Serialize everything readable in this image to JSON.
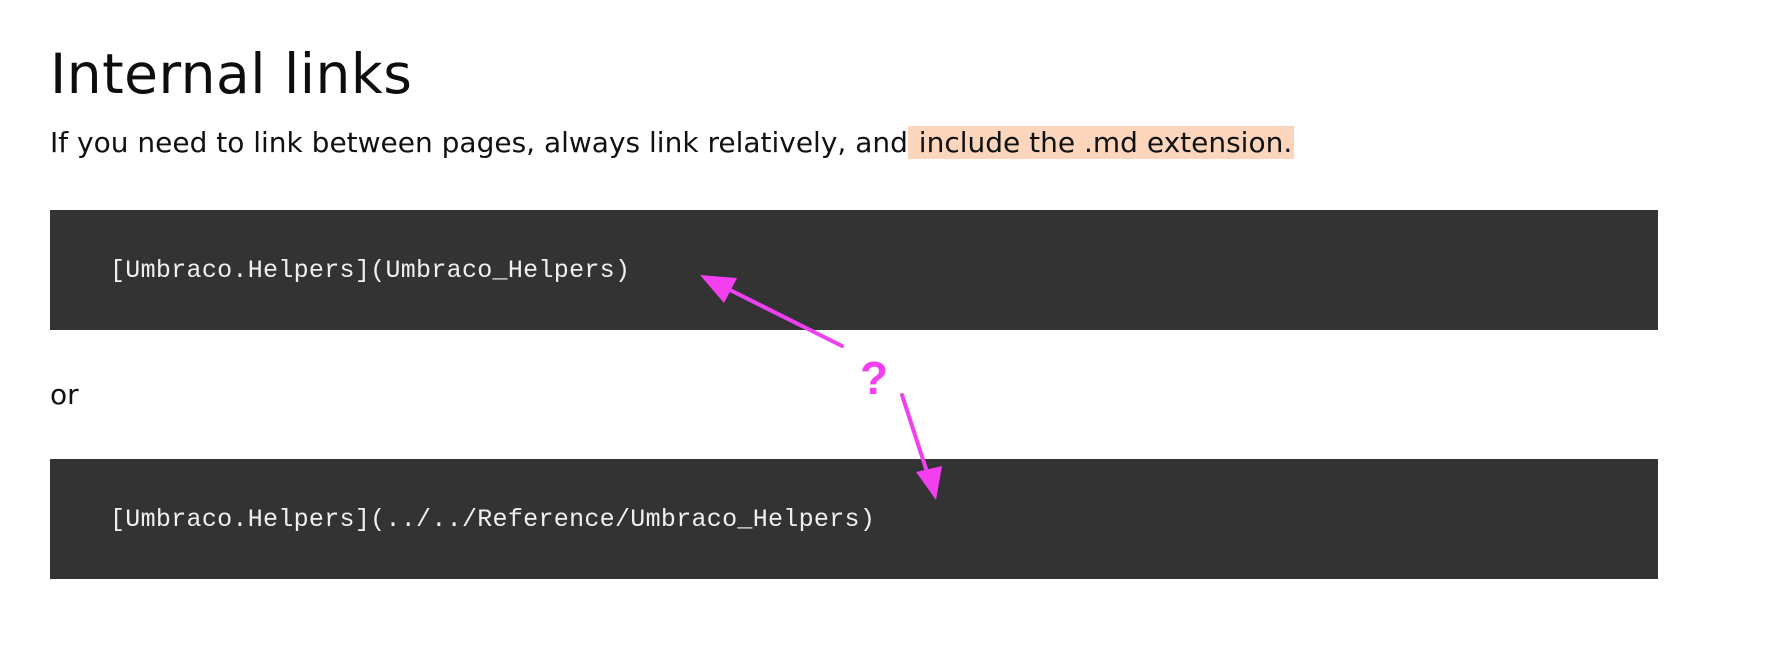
{
  "heading": "Internal links",
  "intro": {
    "text_plain": "If you need to link between pages, always link relatively, and",
    "text_highlight": " include the .md extension."
  },
  "code_blocks": [
    {
      "code": "[Umbraco.Helpers](Umbraco_Helpers)"
    },
    {
      "code": "[Umbraco.Helpers](../../Reference/Umbraco_Helpers)"
    }
  ],
  "separator": "or",
  "annotation": {
    "label": "?",
    "color": "#f23ff0"
  },
  "colors": {
    "highlight": "#fbd6bd",
    "code_background": "#333333",
    "code_text": "#f0f0f0"
  }
}
